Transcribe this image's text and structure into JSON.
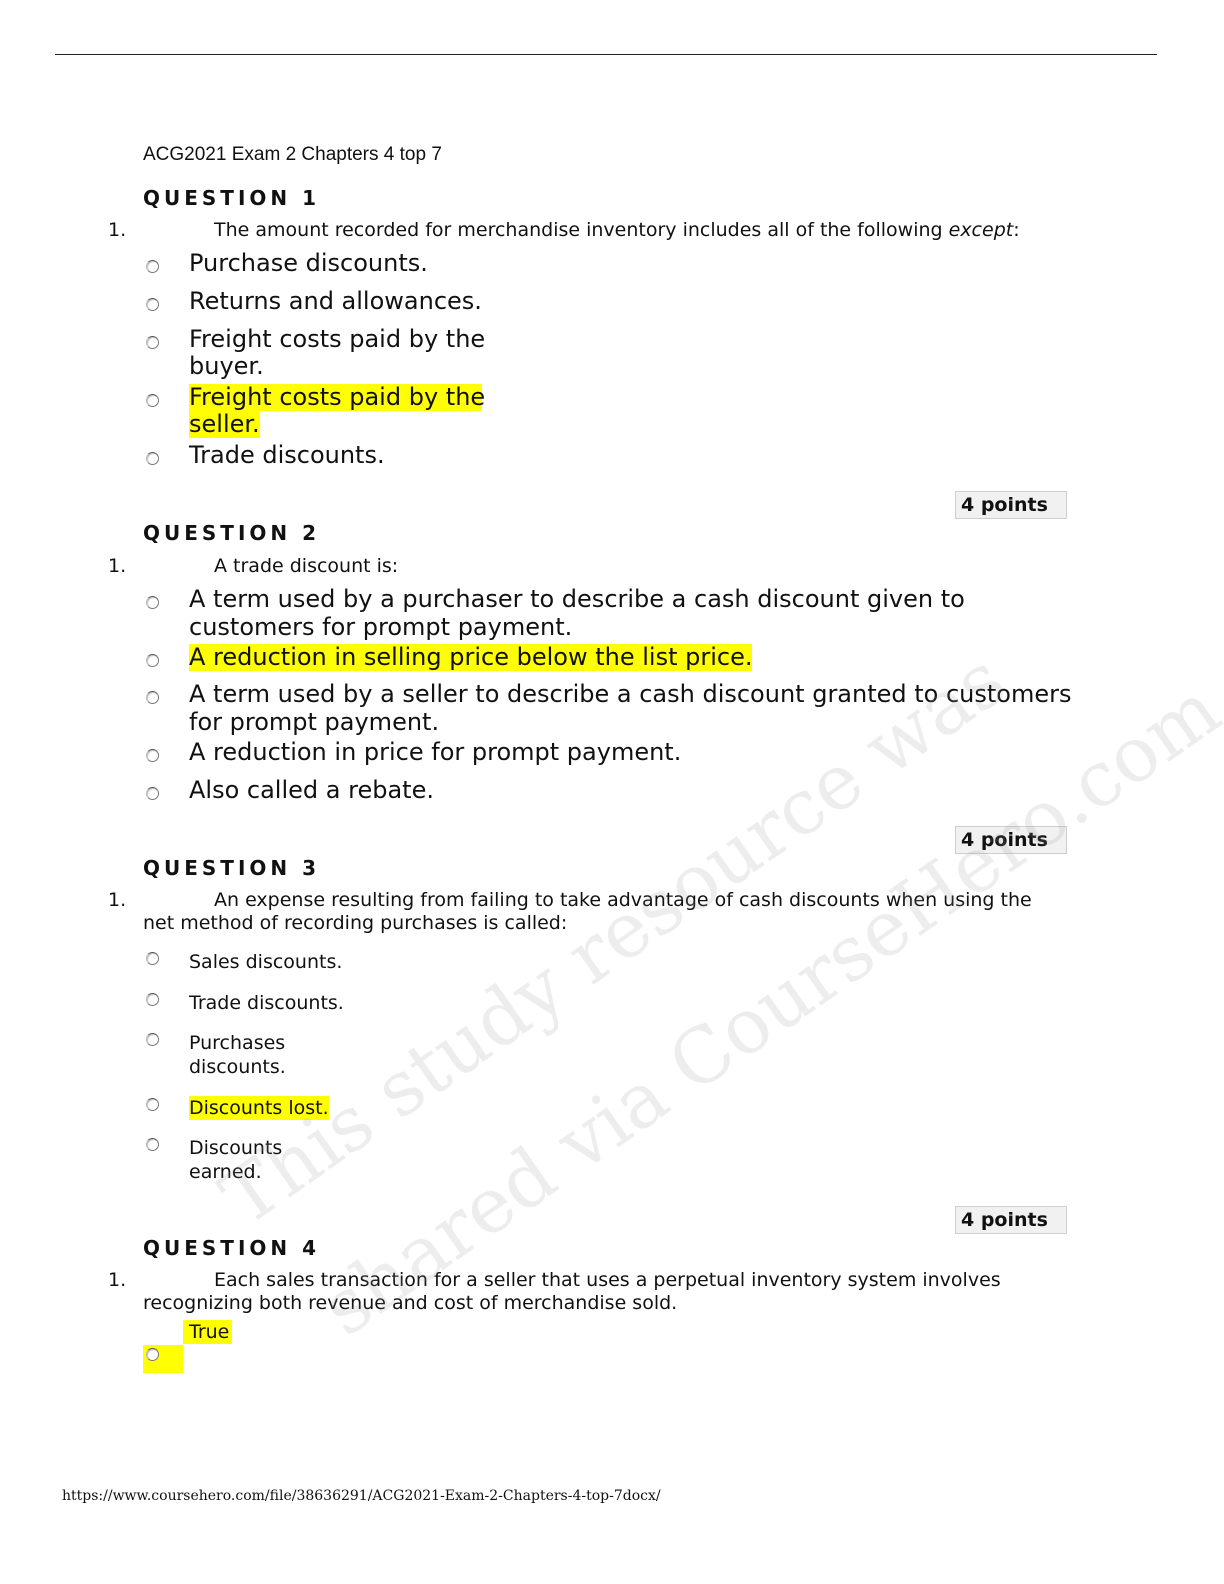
{
  "doc_title": "ACG2021 Exam 2 Chapters 4 top 7",
  "list_marker": "1.",
  "points_label": "4 points",
  "questions": [
    {
      "heading": "QUESTION 1",
      "prompt_before": "The amount recorded for merchandise inventory includes all of the following ",
      "prompt_emph": "except",
      "prompt_after": ":",
      "options": [
        {
          "lines": [
            "Purchase discounts."
          ],
          "highlighted": false
        },
        {
          "lines": [
            "Returns and allowances."
          ],
          "highlighted": false
        },
        {
          "lines": [
            "Freight costs paid by the",
            "buyer."
          ],
          "highlighted": false
        },
        {
          "lines": [
            "Freight costs paid by the",
            "seller."
          ],
          "highlighted": true
        },
        {
          "lines": [
            "Trade discounts."
          ],
          "highlighted": false
        }
      ]
    },
    {
      "heading": "QUESTION 2",
      "prompt": "A trade discount is:",
      "options": [
        {
          "lines": [
            "A term used by a purchaser to describe a cash discount given to",
            "customers for prompt payment."
          ],
          "highlighted": false
        },
        {
          "lines": [
            "A reduction in selling price below the list price."
          ],
          "highlighted": true
        },
        {
          "lines": [
            "A term used by a seller to describe a cash discount granted to customers",
            "for prompt payment."
          ],
          "highlighted": false
        },
        {
          "lines": [
            "A reduction in price for prompt payment."
          ],
          "highlighted": false
        },
        {
          "lines": [
            "Also called a rebate."
          ],
          "highlighted": false
        }
      ]
    },
    {
      "heading": "QUESTION 3",
      "prompt_lines": [
        "An expense resulting from failing to take advantage of cash discounts when using the",
        "net method of recording purchases is called:"
      ],
      "options": [
        {
          "lines": [
            "Sales discounts."
          ],
          "highlighted": false
        },
        {
          "lines": [
            "Trade discounts."
          ],
          "highlighted": false
        },
        {
          "lines": [
            "Purchases",
            "discounts."
          ],
          "highlighted": false
        },
        {
          "lines": [
            "Discounts lost."
          ],
          "highlighted": true
        },
        {
          "lines": [
            "Discounts",
            "earned."
          ],
          "highlighted": false
        }
      ]
    },
    {
      "heading": "QUESTION 4",
      "prompt_lines": [
        "Each sales transaction for a seller that uses a perpetual inventory system involves",
        "recognizing both revenue and cost of merchandise sold."
      ],
      "options": [
        {
          "lines": [
            "True"
          ],
          "highlighted": true
        }
      ]
    }
  ],
  "watermark": {
    "line1": "This study resource was",
    "line2": "shared via CourseHero.com"
  },
  "footer_url": "https://www.coursehero.com/file/38636291/ACG2021-Exam-2-Chapters-4-top-7docx/",
  "colors": {
    "highlight": "#ffff00",
    "points_box": "#f1f1f1"
  }
}
